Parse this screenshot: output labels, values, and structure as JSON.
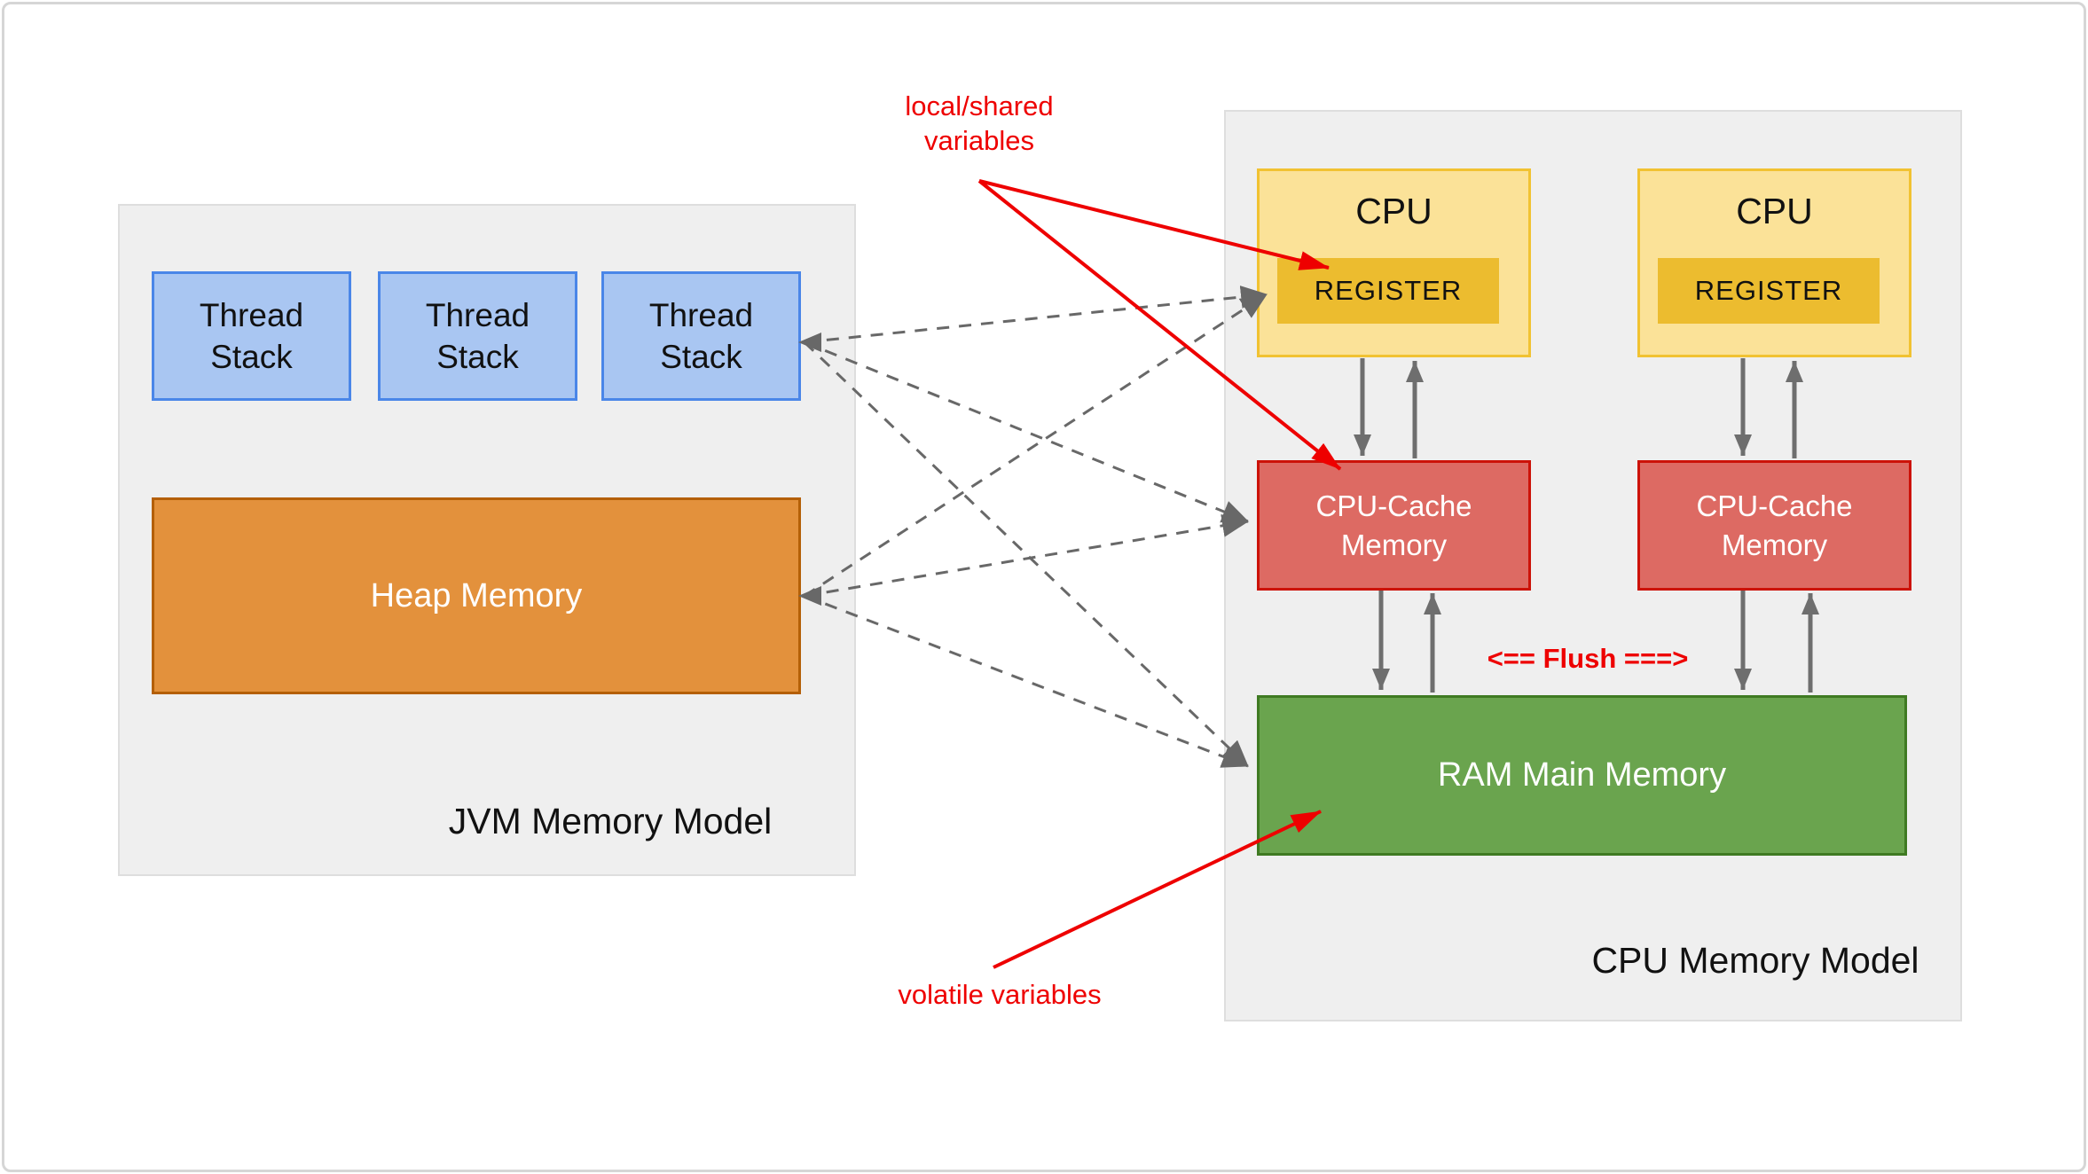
{
  "jvm": {
    "title": "JVM Memory Model",
    "thread_stacks": [
      "Thread Stack",
      "Thread Stack",
      "Thread Stack"
    ],
    "heap_label": "Heap Memory"
  },
  "cpu": {
    "title": "CPU Memory Model",
    "cpus": [
      {
        "label": "CPU",
        "register_label": "REGISTER"
      },
      {
        "label": "CPU",
        "register_label": "REGISTER"
      }
    ],
    "caches": [
      {
        "label": "CPU-Cache Memory"
      },
      {
        "label": "CPU-Cache Memory"
      }
    ],
    "ram_label": "RAM Main Memory"
  },
  "annotations": {
    "local_shared": "local/shared variables",
    "volatile": "volatile variables",
    "flush": "<== Flush ===>"
  },
  "colors": {
    "page_bg": "#ffffff",
    "frame_border": "#d6d6d6",
    "panel_bg": "#efefef",
    "panel_border": "#dedede",
    "thread_fill": "#a9c6f2",
    "thread_border": "#4a86e8",
    "heap_fill": "#e3913c",
    "heap_border": "#b45f06",
    "cpu_fill": "#fbe298",
    "cpu_border": "#f1c232",
    "register_fill": "#ecbc2f",
    "cache_fill": "#dd6a63",
    "cache_border": "#cc1208",
    "ram_fill": "#6aa44e",
    "ram_border": "#3f7a22",
    "arrow_gray": "#6e6e6e",
    "dash_gray": "#686868",
    "annotation_red": "#ee0000",
    "text_dark": "#111111",
    "text_light": "#ffffff"
  }
}
